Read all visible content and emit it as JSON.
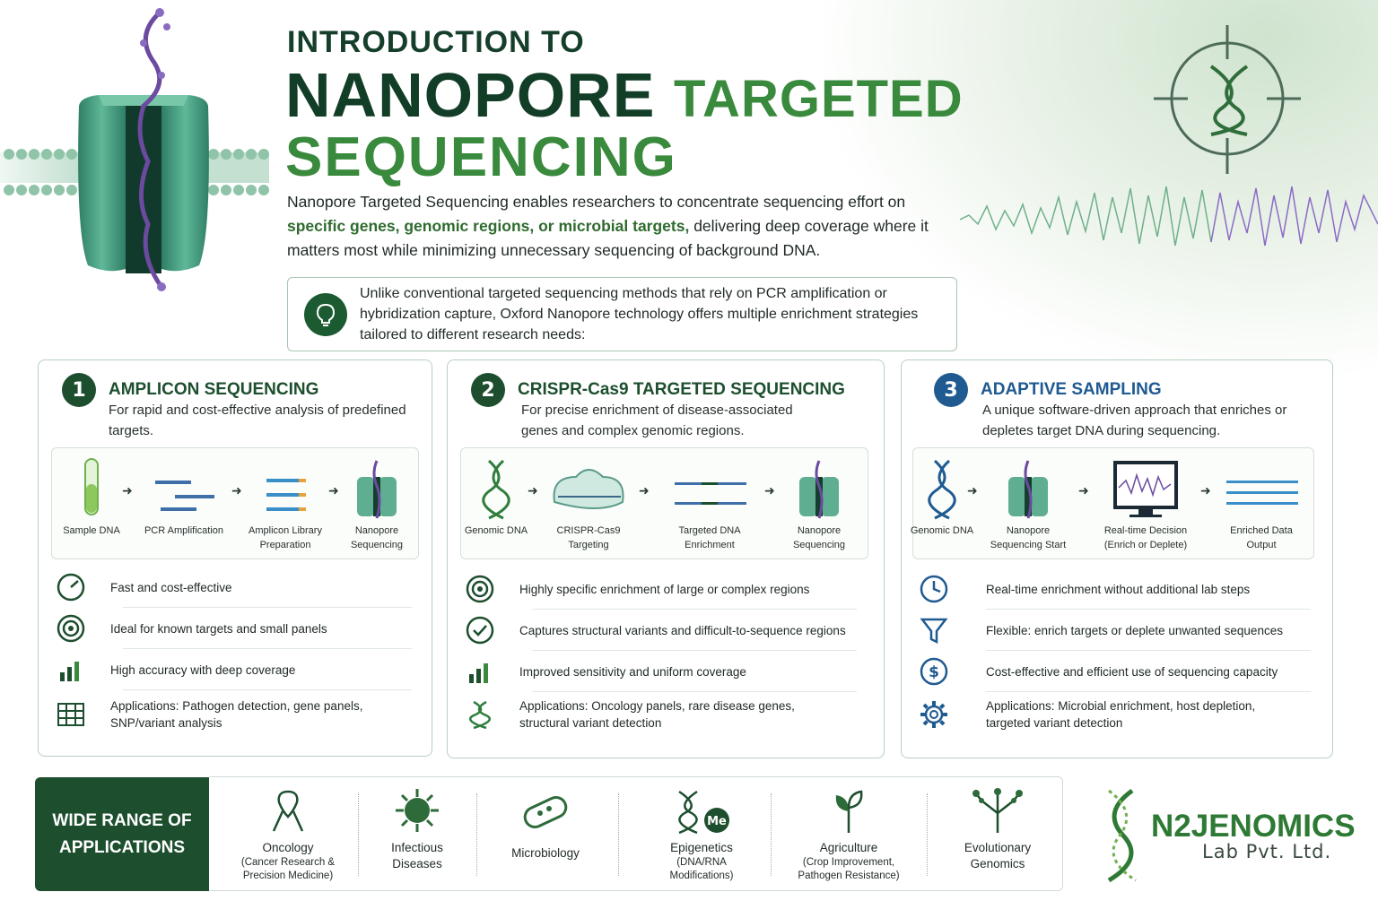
{
  "header": {
    "title_small": "INTRODUCTION TO",
    "title_word1": "NANOPORE",
    "title_word2": "TARGETED",
    "title_word3": "SEQUENCING"
  },
  "intro": {
    "part1": "Nanopore Targeted Sequencing enables researchers to concentrate sequencing effort on",
    "highlight": "specific genes, genomic regions, or microbial targets,",
    "part2": " delivering deep coverage where it matters most while minimizing unnecessary sequencing of background DNA."
  },
  "note": {
    "text": "Unlike conventional targeted sequencing methods that rely on PCR amplification or hybridization capture, Oxford Nanopore technology offers multiple enrichment strategies tailored to different research needs:"
  },
  "cards": [
    {
      "number": "1",
      "title": "AMPLICON SEQUENCING",
      "description": "For rapid and cost-effective analysis of predefined targets.",
      "flow": [
        {
          "label": "Sample DNA"
        },
        {
          "label": "PCR Amplification"
        },
        {
          "label": "Amplicon Library Preparation"
        },
        {
          "label": "Nanopore Sequencing"
        }
      ],
      "features": [
        {
          "text": "Fast and cost-effective",
          "icon": "speedometer-icon"
        },
        {
          "text": "Ideal for known targets and small panels",
          "icon": "target-icon"
        },
        {
          "text": "High accuracy with deep coverage",
          "icon": "bar-chart-icon"
        },
        {
          "text": "Applications: Pathogen detection, gene panels, SNP/variant analysis",
          "icon": "table-icon"
        }
      ]
    },
    {
      "number": "2",
      "title": "CRISPR-Cas9 TARGETED SEQUENCING",
      "description": "For precise enrichment of disease-associated genes and complex genomic regions.",
      "flow": [
        {
          "label": "Genomic DNA"
        },
        {
          "label": "CRISPR-Cas9 Targeting"
        },
        {
          "label": "Targeted DNA Enrichment"
        },
        {
          "label": "Nanopore Sequencing"
        }
      ],
      "features": [
        {
          "text": "Highly specific enrichment of large or complex regions",
          "icon": "target-icon"
        },
        {
          "text": "Captures structural variants and difficult-to-sequence regions",
          "icon": "check-circle-icon"
        },
        {
          "text": "Improved sensitivity and uniform coverage",
          "icon": "bar-chart-icon"
        },
        {
          "text": "Applications: Oncology panels, rare disease genes, structural variant detection",
          "icon": "dna-icon"
        }
      ]
    },
    {
      "number": "3",
      "title": "ADAPTIVE SAMPLING",
      "description": "A unique software-driven approach that enriches or depletes target DNA during sequencing.",
      "flow": [
        {
          "label": "Genomic DNA"
        },
        {
          "label": "Nanopore Sequencing Start"
        },
        {
          "label": "Real-time Decision (Enrich or Deplete)"
        },
        {
          "label": "Enriched Data Output"
        }
      ],
      "features": [
        {
          "text": "Real-time enrichment without additional lab steps",
          "icon": "clock-icon"
        },
        {
          "text": "Flexible: enrich targets or deplete unwanted sequences",
          "icon": "funnel-icon"
        },
        {
          "text": "Cost-effective and efficient use of sequencing capacity",
          "icon": "dollar-icon"
        },
        {
          "text": "Applications: Microbial enrichment, host depletion, targeted variant detection",
          "icon": "gear-icon"
        }
      ]
    }
  ],
  "applications": {
    "label": "WIDE RANGE OF APPLICATIONS",
    "items": [
      {
        "name": "Oncology",
        "sub": "(Cancer Research & Precision Medicine)"
      },
      {
        "name": "Infectious Diseases",
        "sub": ""
      },
      {
        "name": "Microbiology",
        "sub": ""
      },
      {
        "name": "Epigenetics",
        "sub": "(DNA/RNA Modifications)",
        "badge": "Me"
      },
      {
        "name": "Agriculture",
        "sub": "(Crop Improvement, Pathogen Resistance)"
      },
      {
        "name": "Evolutionary Genomics",
        "sub": ""
      }
    ]
  },
  "logo": {
    "name": "N2JENOMICS",
    "sub": "Lab Pvt. Ltd."
  },
  "colors": {
    "dark_green": "#1d4f2e",
    "accent_green": "#3a8a3e",
    "blue": "#1f5a91",
    "pore_teal": "#4fa88a",
    "strand_purple": "#6b4aa0"
  }
}
